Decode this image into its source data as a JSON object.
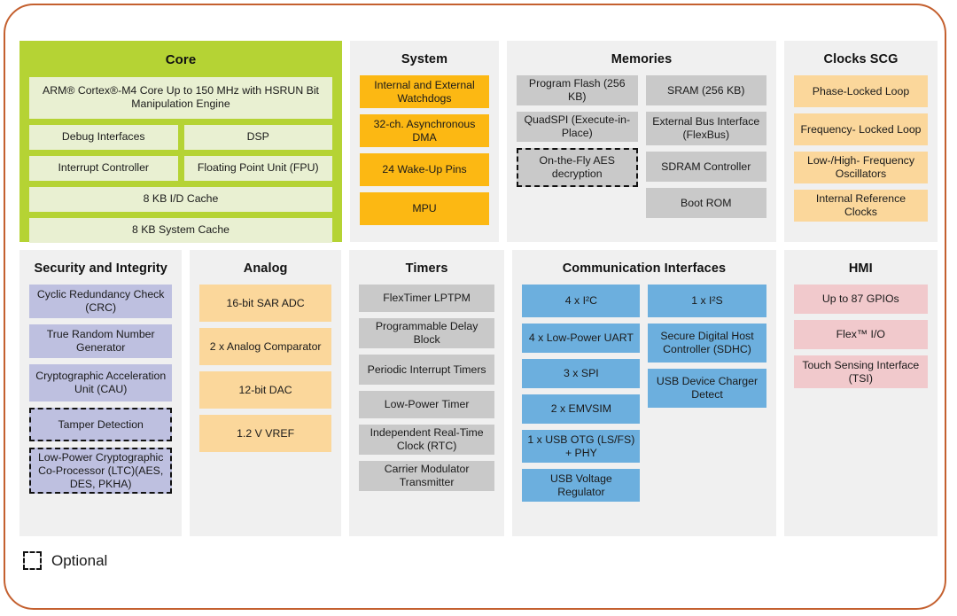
{
  "legend": {
    "optional_label": "Optional",
    "swatch_icon": "dashed-square-icon"
  },
  "colors": {
    "frame_border": "#C4602F",
    "panel_bg": "#f0f0f0",
    "core_bg": "#B5D334",
    "core_tile": "#E9F0D2",
    "amber_tile": "#FCB813",
    "gray_tile": "#C9C9C9",
    "peach_tile": "#FBD79B",
    "purple_tile": "#BEC0E0",
    "blue_tile": "#6CAFDE",
    "pink_tile": "#F1C9CC"
  },
  "panels": {
    "core": {
      "title": "Core",
      "headline": "ARM® Cortex®-M4 Core Up to 150 MHz with HSRUN Bit Manipulation Engine",
      "pair1": [
        "Debug Interfaces",
        "DSP"
      ],
      "pair2": [
        "Interrupt Controller",
        "Floating Point Unit (FPU)"
      ],
      "cache1": "8 KB I/D Cache",
      "cache2": "8 KB System Cache"
    },
    "system": {
      "title": "System",
      "items": [
        "Internal and External Watchdogs",
        "32-ch. Asynchronous DMA",
        "24 Wake-Up Pins",
        "MPU"
      ]
    },
    "memories": {
      "title": "Memories",
      "left": [
        {
          "label": "Program Flash (256 KB)",
          "optional": false
        },
        {
          "label": "QuadSPI (Execute-in-Place)",
          "optional": false
        },
        {
          "label": "On-the-Fly AES decryption",
          "optional": true
        }
      ],
      "right": [
        "SRAM (256 KB)",
        "External Bus Interface (FlexBus)",
        "SDRAM Controller",
        "Boot ROM"
      ]
    },
    "clocks": {
      "title": "Clocks SCG",
      "items": [
        "Phase-Locked Loop",
        "Frequency- Locked Loop",
        "Low-/High- Frequency Oscillators",
        "Internal Reference Clocks"
      ]
    },
    "security": {
      "title": "Security and Integrity",
      "items": [
        {
          "label": "Cyclic Redundancy Check (CRC)",
          "optional": false
        },
        {
          "label": "True Random Number Generator",
          "optional": false
        },
        {
          "label": "Cryptographic Acceleration Unit (CAU)",
          "optional": false
        },
        {
          "label": "Tamper Detection",
          "optional": true
        },
        {
          "label": "Low-Power Cryptographic Co-Processor (LTC)(AES, DES, PKHA)",
          "optional": true
        }
      ]
    },
    "analog": {
      "title": "Analog",
      "items": [
        "16-bit SAR ADC",
        "2 x Analog Comparator",
        "12-bit DAC",
        "1.2 V VREF"
      ]
    },
    "timers": {
      "title": "Timers",
      "items": [
        "FlexTimer LPTPM",
        "Programmable Delay Block",
        "Periodic Interrupt Timers",
        "Low-Power Timer",
        "Independent Real-Time Clock (RTC)",
        "Carrier Modulator Transmitter"
      ]
    },
    "communication": {
      "title": "Communication  Interfaces",
      "left": [
        "4 x I²C",
        "4 x Low-Power UART",
        "3 x SPI",
        "2 x EMVSIM",
        "1 x USB OTG (LS/FS) + PHY",
        "USB Voltage Regulator"
      ],
      "right": [
        "1 x I²S",
        "Secure Digital Host Controller (SDHC)",
        "USB Device Charger Detect"
      ]
    },
    "hmi": {
      "title": "HMI",
      "items": [
        "Up to 87 GPIOs",
        "Flex™ I/O",
        "Touch Sensing Interface (TSI)"
      ]
    }
  }
}
